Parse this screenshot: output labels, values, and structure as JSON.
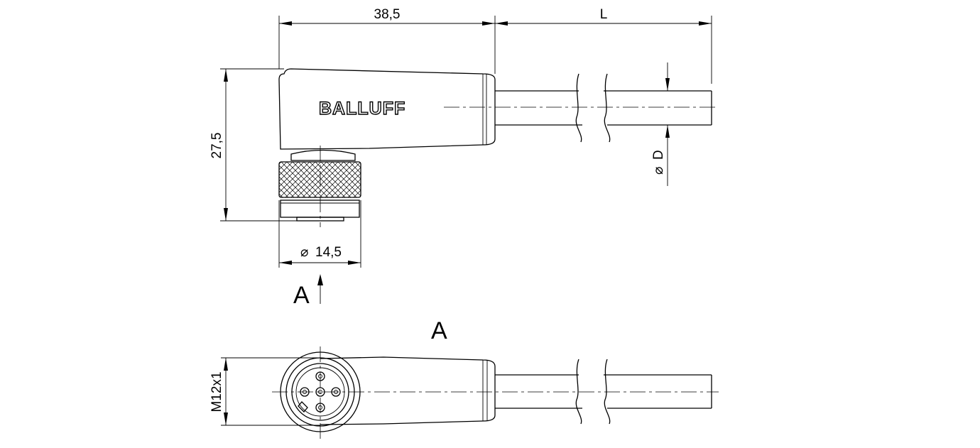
{
  "dimensions": {
    "width": "38,5",
    "length": "L",
    "height": "27,5",
    "diameter": "14,5",
    "cable_diameter": "D",
    "thread": "M12x1"
  },
  "brand": "BALLUFF",
  "view_marker": "A",
  "view_title": "A",
  "symbols": {
    "diameter": "⌀"
  }
}
